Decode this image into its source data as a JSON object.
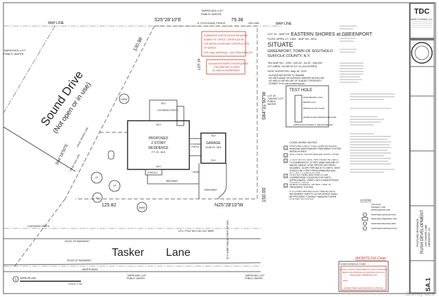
{
  "site": {
    "map_line": "MAP LINE",
    "map_line_right": "MAP LINE",
    "improved_lot_top": "\"IMPROVED LOT\"",
    "public_water_top": "PUBLIC WATER",
    "improved_lot_left": "\"IMPROVED LOT\"",
    "public_water_left": "PUBLIC WATER",
    "improved_lot_bottom1": "\"IMPROVED LOT\"",
    "public_water_bottom1": "PUBLIC WATER",
    "improved_lot_bottom2": "\"IMPROVED LOT\"",
    "public_water_bottom2": "PUBLIC WATER",
    "stockade_fence": "6' STOCKADE FENCE",
    "on_line": "ON LINE",
    "bearing_top": "S25°28'10\"E",
    "dist_top": "79.38",
    "bearing_right": "S64°31'50\"W",
    "dist_right": "150.00",
    "bearing_left": "S64°16'50\"E",
    "dist_left": "130.98",
    "bearing_bottom": "N25°28'10\"W",
    "dist_bottom": "125.82",
    "lot_24": "LOT 24",
    "vacant_lot": "LOT 25 \"VACANT LOT\" PUBLIC WATER",
    "sound_drive": "Sound Drive",
    "sound_drive_note": "(Not open or in use)",
    "tasker": "Tasker",
    "lane": "Lane",
    "edge_of_pavement_1": "EDGE OF PAVEMENT",
    "edge_of_pavement_2": "EDGE OF PAVEMENT",
    "overhead_wires": "OVERHEAD WIRES",
    "water_main": "WATER MAIN",
    "util_pole": "UTIL. POLE NO.9 W/ GUY WIRE",
    "row": "50.0' WIDE PUBLIC RIGHT OF WAY",
    "covered_porch": "COVERED PORCH",
    "covered_porch_2": "COVERED PORCH",
    "residence_1": "PROPOSED",
    "residence_2": "2 STORY",
    "residence_3": "RESIDENCE",
    "residence_ff": "F.F. EL. 36.5",
    "dim_40": "40.0",
    "dim_40b": "40.0",
    "dim_25": "25.0",
    "garage": "GARAGE",
    "garage_slab": "SLAB EL. 35.5",
    "garage_dim": "23.0",
    "garage_dim_b": "23.0",
    "portico": "PORTICO",
    "walkway": "WALKWAY",
    "driveway": "DRIVEWAY",
    "drywell_1": "DW#1",
    "drywell_2": "DW#2",
    "lp_1": "LP",
    "lp_2": "LP",
    "ex": "EX",
    "water_line": "PROP. WATER LINE",
    "gas_line": "PROP. GAS LINE",
    "elev": "+35.83",
    "site_plan_num": "1",
    "site_plan": "SITE PLAN",
    "scale": "SCALE: 1\"=20'"
  },
  "notices": {
    "engineer_box": [
      "ENGINEER'S CERTIFICATION REQUIRED",
      "SUBMIT P.E. OR R.A. CERTIFICATION",
      "FOR INSTALLATION AND CONSTRUCTION",
      "OF WORKS",
      "FOR FINAL APPROVAL, USE FORM WWM-073"
    ],
    "excavation_box": [
      "EXCAVATION INSPECTION REQUIRED",
      "FOR SANITARY SYSTEM",
      "BY HEALTH DEPARTMENT"
    ],
    "iaowts": "IA/OWTS Full Clean",
    "approval_stamp_title": "STAMP APPROVAL STAMP",
    "approval_stamp": [
      "SUFFOLK COUNTY DEPARTMENT OF HEALTH SERVICES",
      "PERMIT FOR APPROVAL OF CONSTRUCTION FOR A",
      "SINGLE FAMILY RESIDENCE ONLY",
      "DATE:",
      "EXPIRES THREE YEARS FROM DATE OF APPROVAL"
    ]
  },
  "info": {
    "lot_line": "LOT 24 - MAP OF",
    "subdivision": "EASTERN SHORES at GREENPORT",
    "filed": "FILED: APRIL 27, 1964 - MAP NO. 4021",
    "situate": "SITUATE",
    "town": "GREENPORT, TOWN OF SOUTHOLD",
    "county": "SUFFOLK COUNTY, N.Y.",
    "tax_map": "TAX MAP NO.: 1000 - 033.00 - 04.00 - 036.000",
    "lot_area": "LOT AREA: 18,269.29 S.F. (0.419 ACRES)",
    "surveyed": "DATE SURVEYED: May 16, 2020",
    "notes": [
      "- ELEVATIONS REFER TO NAVD88",
      "- NO WETLANDS OR SURFACE WATERS WITHIN 300'",
      "- NO WELLS WITHIN 150' OF SUBJECT PROPERTY",
      "- ZONING: R-40 (non-conforming lot)"
    ]
  },
  "test_hole": {
    "title": "TEST HOLE",
    "layers": [
      "DARK BROWN LOAM",
      "BROWN CLAY",
      "BROWN CLAYEY SAND",
      "WATER IN PALE BROWN FINE SAND"
    ],
    "footer": "WATER ENCOUNTERED 17' BELOW SURFACE"
  },
  "code_notes": {
    "title": "CODE WORK NOTES",
    "items": [
      {
        "num": "1",
        "text": "PROPOSED OWTS, FUJI-CLEAN NITROGEN REMOVAL WASTEWATER TREATMENT SYSTEM MODEL #CEN10"
      },
      {
        "num": "2",
        "text": "ELECTRICAL FEEDER AND AIR SUPPLY HOSE"
      },
      {
        "num": "3",
        "text": "2\" SCH. 40 PVC VENT PIPE FROM THE OWTS TO A MINIMUM OF 12 FEET AWAY AND MIN 12\" ABOVE GRADE TO BE PROTECTED FROM HAZARDS. SLOPE PIPE BACK TO OWTS. VENT SHOULD BE 3 FEET FROM WINDOWS AND INCLUDE A CARBON FILTER"
      },
      {
        "num": "4",
        "text": "CONTROL PANEL AND REMOTE AIR COMPRESSOR LOCATION FOR OWTS, APPROXIMATE. VERIFY WITH OWNER PRIOR TO INSTALLATION"
      },
      {
        "num": "5",
        "text": "SEWER CLEANOUT ON INLET SIDE OF TREATMENT SYSTEM"
      },
      {
        "num": "",
        "text": "IF A COVER WEIGHS LESS THAN 60 LBS A SECONDARY SAFETY LID OR DEVICE SHALL BE PROVIDED. CONSULT MANUFACTURER FOR SPECIFICATIONS"
      }
    ]
  },
  "legend": {
    "title": "LEGEND",
    "items": [
      "TEST HOLE",
      "PROPERTY LINE",
      "WATER SERVICE LINE",
      "PROPOSED LEACHING POOL",
      "PROPOSED TREATMENT UNIT",
      "PROPOSED DRAINAGE RING",
      "PROPOSED EXPANSION POOL"
    ]
  },
  "title_block": {
    "logo": "TDC",
    "firm": "DAVID O'CONNELL, R.A.",
    "project_type": "PROPOSED RESIDENCE",
    "client": "RUSH DEVELOPMENT",
    "address_1": "1000 TASKER LANE",
    "address_2": "GREENPORT, NY",
    "sheet": "SA.1"
  },
  "watermark": "OneKey MLS",
  "colors": {
    "ink": "#222222",
    "red_notice": "#c0392b",
    "paper": "#ffffff"
  }
}
